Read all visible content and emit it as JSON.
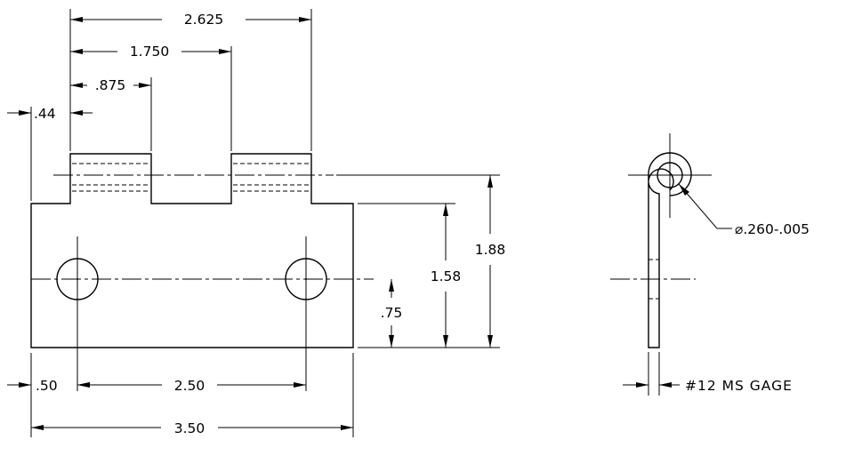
{
  "dimensions": {
    "overall_length": "3.50",
    "hole_spacing": "2.50",
    "hole_edge_offset": ".50",
    "knuckle_span": "2.625",
    "knuckle_second_start": "1.750",
    "knuckle_first_end": ".875",
    "knuckle_first_offset": ".44",
    "overall_height": "1.88",
    "leaf_height": "1.58",
    "hole_height": ".75",
    "pin_diameter": "⌀.260-.005",
    "material_gage": "#12 MS GAGE"
  }
}
